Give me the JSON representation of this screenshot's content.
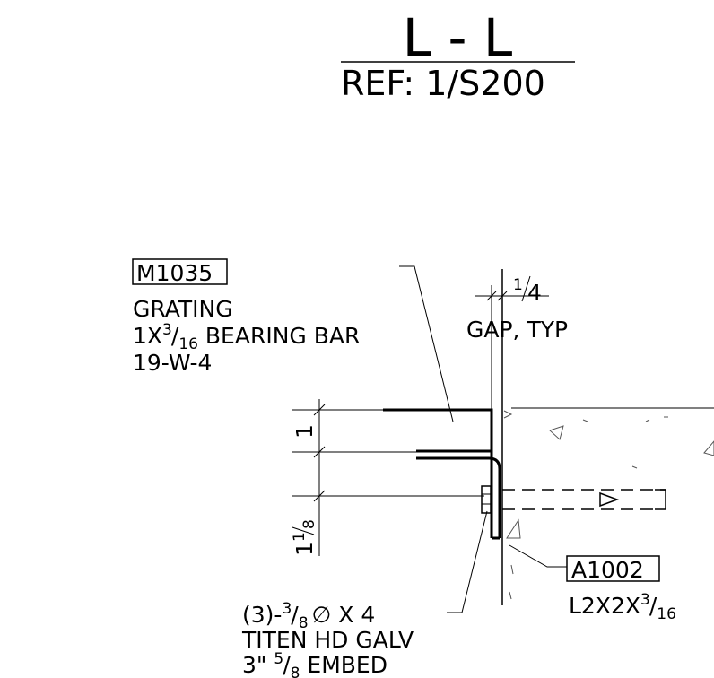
{
  "title": {
    "section": "L - L",
    "reference": "REF: 1/S200"
  },
  "grating": {
    "tag": "M1035",
    "line1": "GRATING",
    "line2_pre": "1X",
    "line2_sup": "3",
    "line2_sub": "16",
    "line2_post": " BEARING BAR",
    "line3": "19-W-4"
  },
  "gap": {
    "fraction_num": "1",
    "fraction_den": "4",
    "label": "GAP, TYP"
  },
  "dimensions": {
    "upper": "1",
    "lower_whole": "1",
    "lower_num": "1",
    "lower_den": "8"
  },
  "angle": {
    "tag": "A1002",
    "size_pre": "L2X2X",
    "size_sup": "3",
    "size_sub": "16"
  },
  "anchor": {
    "line1_pre": "(3)-",
    "line1_sup": "3",
    "line1_sub": "8",
    "line1_symbol": "∅",
    "line1_post": " X 4",
    "line2": "TITEN HD GALV",
    "line3_pre": "3\" ",
    "line3_sup": "5",
    "line3_sub": "8",
    "line3_post": " EMBED"
  }
}
